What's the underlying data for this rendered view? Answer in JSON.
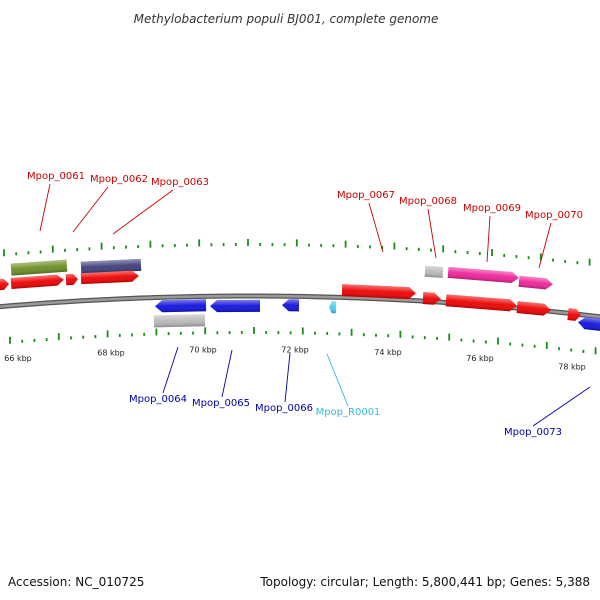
{
  "title": "Methylobacterium populi BJ001, complete genome",
  "footer": {
    "accession": "Accession: NC_010725",
    "summary": "Topology: circular; Length: 5,800,441 bp; Genes: 5,388"
  },
  "colors": {
    "forward_label": "#cc0000",
    "reverse_label": "#0000aa",
    "rna_label": "#33bbdd",
    "backbone": "#808080",
    "tick": "#1a8c1a",
    "cds_red": "#ee0000",
    "cds_blue": "#1111dd",
    "pink": "#ee2299",
    "grey": "#b8b8b8",
    "olive": "#6b8e23",
    "slate": "#3d3d7a",
    "cyan": "#44ccee"
  },
  "chart_data": {
    "type": "genome-map",
    "units": "kbp",
    "scale_labels": [
      "66 kbp",
      "68 kbp",
      "70 kbp",
      "72 kbp",
      "74 kbp",
      "76 kbp",
      "78 kbp"
    ],
    "gene_labels": {
      "forward": [
        "Mpop_0061",
        "Mpop_0062",
        "Mpop_0063",
        "Mpop_0067",
        "Mpop_0068",
        "Mpop_0069",
        "Mpop_0070"
      ],
      "reverse": [
        "Mpop_0064",
        "Mpop_0065",
        "Mpop_0066",
        "Mpop_0073"
      ],
      "rna": [
        "Mpop_R0001"
      ]
    }
  }
}
